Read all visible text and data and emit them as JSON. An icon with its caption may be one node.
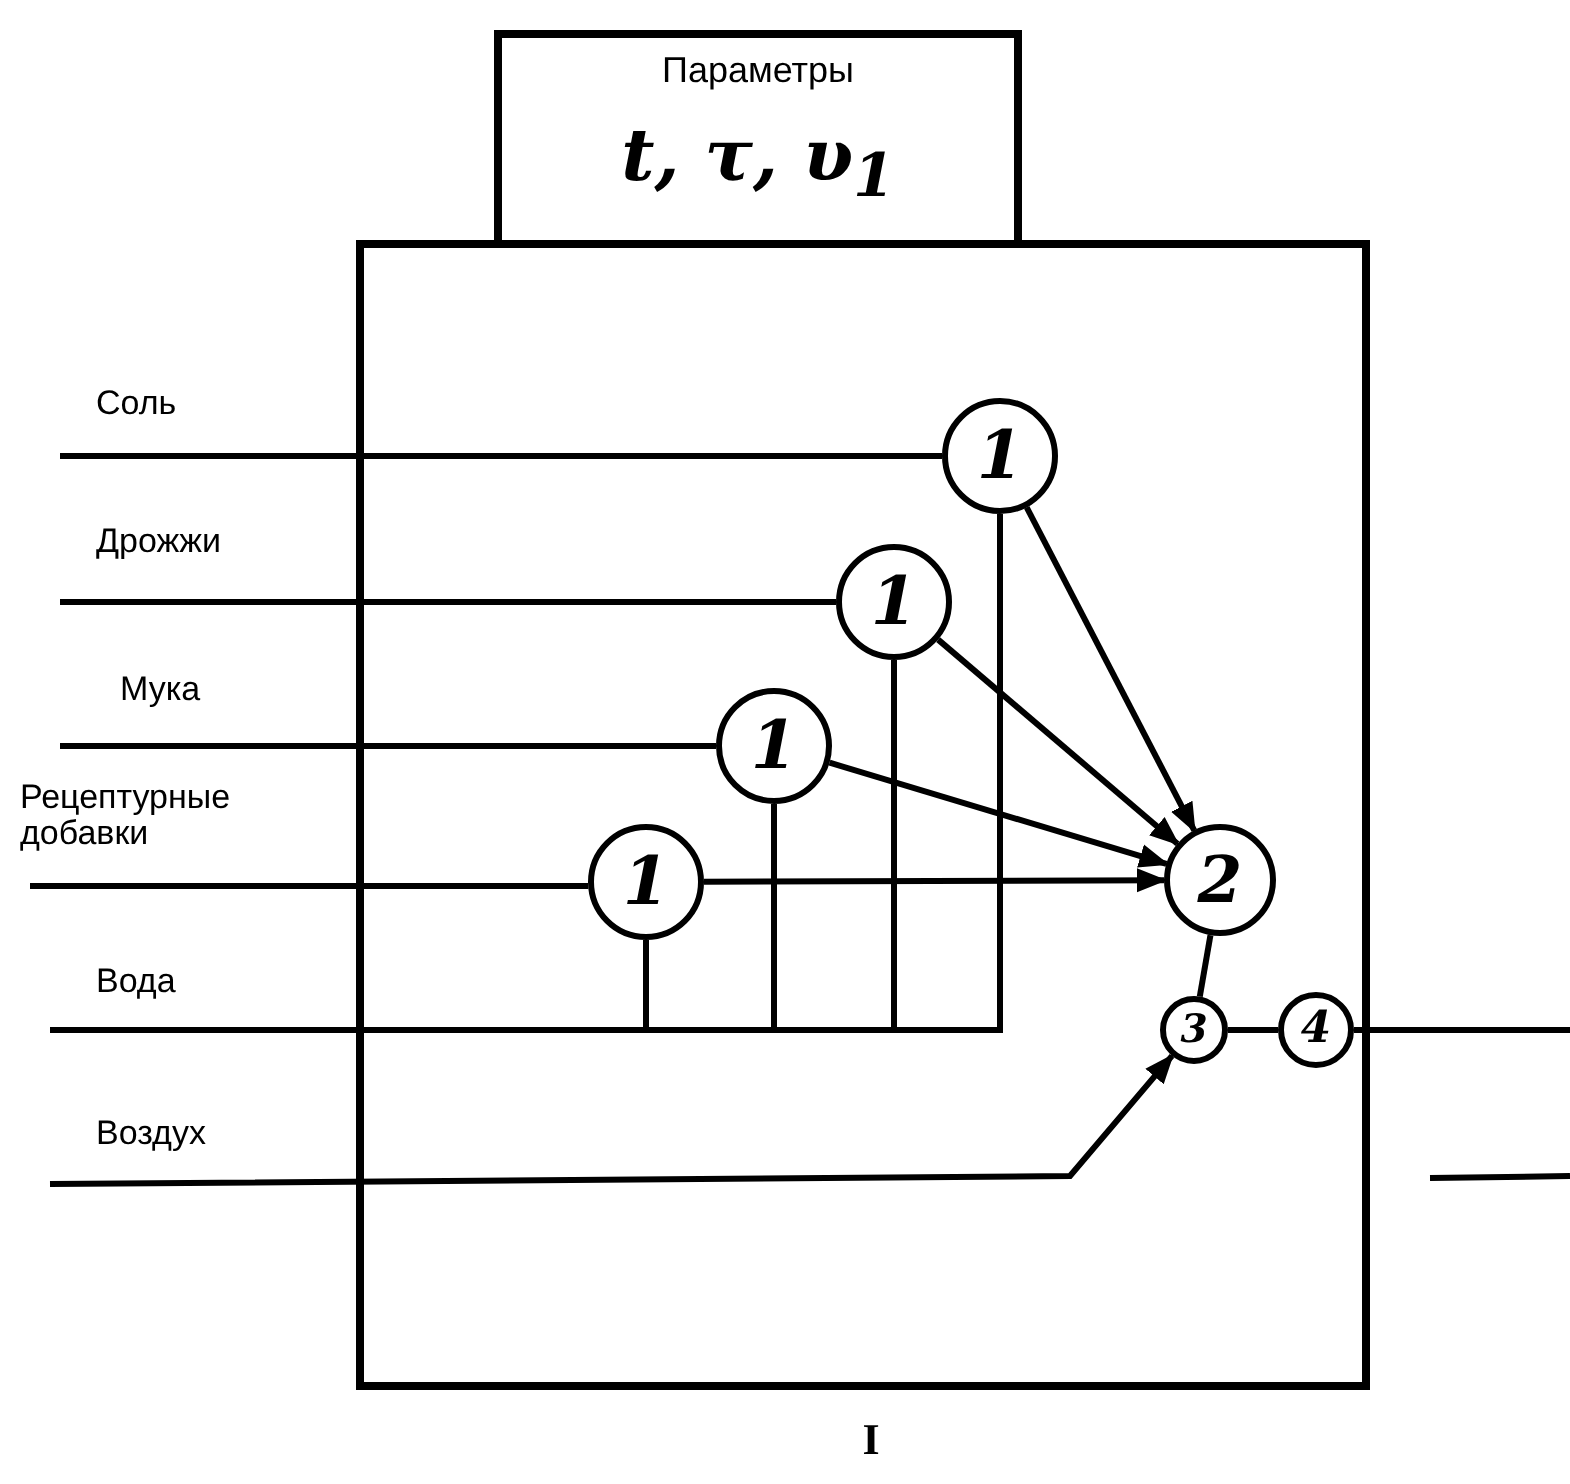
{
  "diagram": {
    "nodes": [
      {
        "text": [
          "Параметры",
          "t, τ, υ$_{1}$"
        ]
      },
      {
        "text": [],
        "shape": "box",
        "beside": [
          "I"
        ]
      },
      {
        "text": [
          "1"
        ],
        "in": 1
      },
      {
        "text": [
          "1"
        ],
        "in": 1
      },
      {
        "text": [
          "1"
        ],
        "in": 1
      },
      {
        "text": [
          "1"
        ],
        "in": 1
      },
      {
        "text": [
          "2"
        ],
        "in": 1
      },
      {
        "text": [
          "3"
        ],
        "in": 1
      },
      {
        "text": [
          "4"
        ],
        "in": 1
      }
    ],
    "edges": [
      {
        "from": null,
        "to": 2,
        "arrow": "none",
        "label": "Соль"
      },
      {
        "from": null,
        "to": 3,
        "arrow": "none",
        "label": "Дрожжи"
      },
      {
        "from": null,
        "to": 4,
        "arrow": "none",
        "label": "Мука"
      },
      {
        "from": null,
        "to": 5,
        "arrow": "none",
        "label": "Рецептурные добавки"
      },
      {
        "from": null,
        "to": 5,
        "arrow": "none",
        "label": "Вода"
      },
      {
        "from": null,
        "to": 4,
        "arrow": "none"
      },
      {
        "from": null,
        "to": 3,
        "arrow": "none"
      },
      {
        "from": null,
        "to": 2,
        "arrow": "none"
      },
      {
        "from": 2,
        "to": 6,
        "arrow": "to"
      },
      {
        "from": 3,
        "to": 6,
        "arrow": "to"
      },
      {
        "from": 4,
        "to": 6,
        "arrow": "to"
      },
      {
        "from": 5,
        "to": 6,
        "arrow": "to"
      },
      {
        "from": 6,
        "to": 7,
        "arrow": "none"
      },
      {
        "from": null,
        "to": 7,
        "arrow": "to",
        "label": "Воздух"
      },
      {
        "from": 7,
        "to": 8,
        "arrow": "none"
      },
      {
        "from": 8,
        "to": null,
        "arrow": "none"
      }
    ]
  }
}
